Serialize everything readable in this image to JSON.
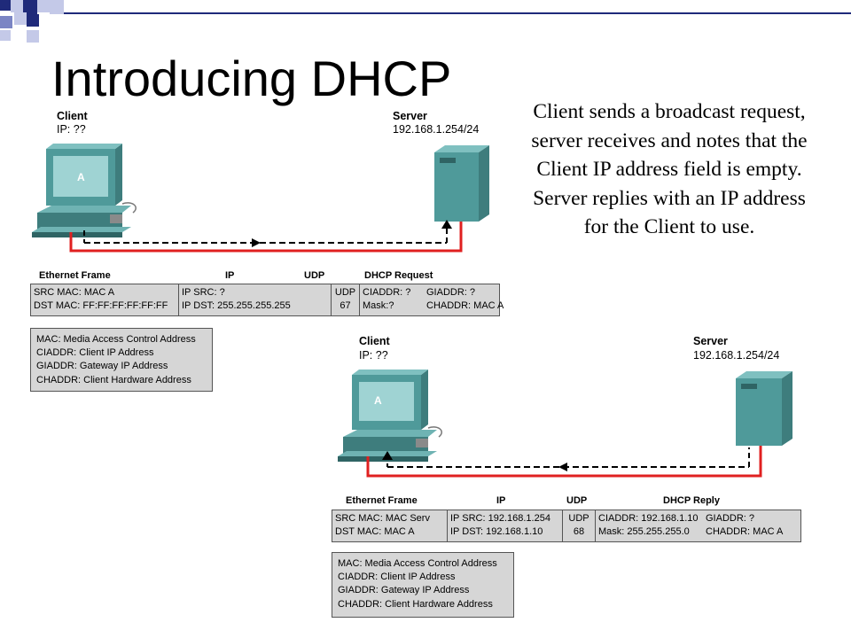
{
  "slide": {
    "title": "Introducing DHCP",
    "description": "Client sends a broadcast request, server receives and notes that the Client IP address field is empty. Server replies with an IP address for the Client to use."
  },
  "colors": {
    "bullet_dark": "#1f2a7a",
    "bullet_mid": "#7b85c4",
    "bullet_light": "#c4c9e8",
    "device_teal": "#4f9a9a",
    "wire_red": "#e02020",
    "frame_gray": "#d6d6d6"
  },
  "diagram1": {
    "client_title": "Client",
    "client_ip": "IP: ??",
    "client_screen_label": "A",
    "server_title": "Server",
    "server_ip": "192.168.1.254/24",
    "headers": {
      "ethernet": "Ethernet Frame",
      "ip": "IP",
      "udp": "UDP",
      "dhcp": "DHCP Request"
    },
    "cells": {
      "eth": [
        "SRC MAC: MAC A",
        "DST MAC: FF:FF:FF:FF:FF:FF"
      ],
      "ip": [
        "IP SRC: ?",
        "IP DST: 255.255.255.255"
      ],
      "udp": [
        "UDP",
        "67"
      ],
      "dhcp_left": [
        "CIADDR: ?",
        "Mask:?"
      ],
      "dhcp_right": [
        "GIADDR: ?",
        "CHADDR: MAC A"
      ]
    },
    "legend": [
      "MAC: Media Access Control Address",
      "CIADDR: Client IP Address",
      "GIADDR: Gateway IP Address",
      "CHADDR: Client Hardware Address"
    ]
  },
  "diagram2": {
    "client_title": "Client",
    "client_ip": "IP: ??",
    "client_screen_label": "A",
    "server_title": "Server",
    "server_ip": "192.168.1.254/24",
    "headers": {
      "ethernet": "Ethernet Frame",
      "ip": "IP",
      "udp": "UDP",
      "dhcp": "DHCP Reply"
    },
    "cells": {
      "eth": [
        "SRC MAC: MAC Serv",
        "DST MAC: MAC A"
      ],
      "ip": [
        "IP SRC: 192.168.1.254",
        "IP DST: 192.168.1.10"
      ],
      "udp": [
        "UDP",
        "68"
      ],
      "dhcp_left": [
        "CIADDR: 192.168.1.10",
        "Mask: 255.255.255.0"
      ],
      "dhcp_right": [
        "GIADDR: ?",
        "CHADDR: MAC A"
      ]
    },
    "legend": [
      "MAC: Media Access Control Address",
      "CIADDR: Client IP Address",
      "GIADDR: Gateway IP Address",
      "CHADDR: Client Hardware Address"
    ]
  }
}
